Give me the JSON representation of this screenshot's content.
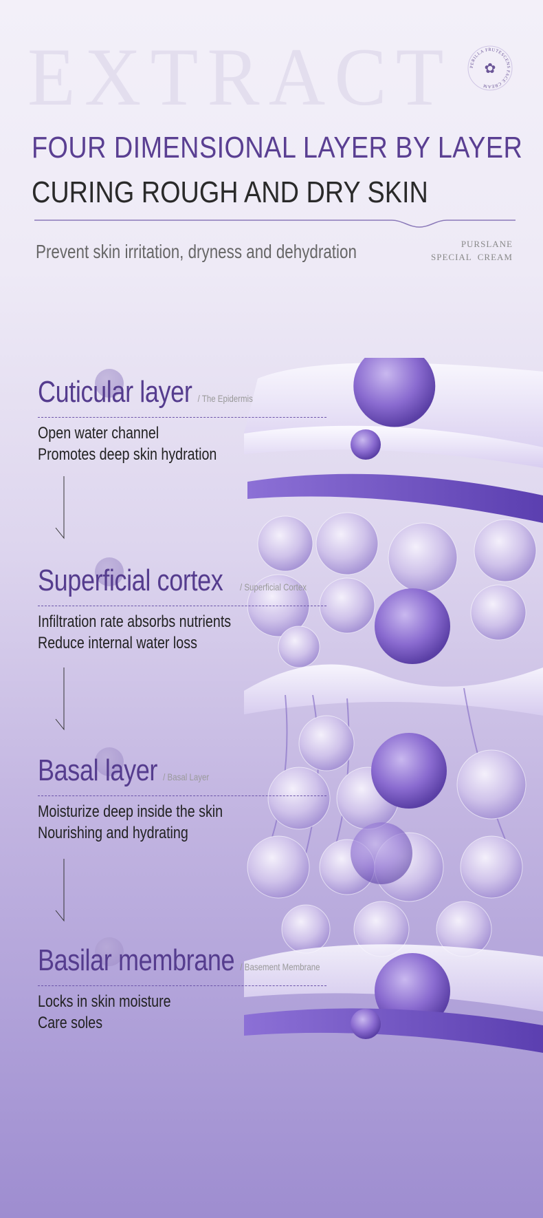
{
  "watermark": "EXTRACT",
  "badge": {
    "text": "PERILLA FRUTESCENS FACE CREAM"
  },
  "header": {
    "title_line1": "FOUR DIMENSIONAL LAYER BY LAYER",
    "title_line2": "CURING ROUGH AND DRY SKIN",
    "subtitle": "Prevent skin irritation, dryness and dehydration",
    "brand_line1": "PURSLANE",
    "brand_line2": "SPECIAL  CREAM"
  },
  "sections": [
    {
      "title": "Cuticular layer",
      "tag": "/ The Epidermis",
      "line1": "Open water channel",
      "line2": "Promotes deep skin hydration"
    },
    {
      "title": "Superficial cortex",
      "tag": "/ Superficial Cortex",
      "line1": "Infiltration rate absorbs nutrients",
      "line2": "Reduce internal water loss"
    },
    {
      "title": "Basal layer",
      "tag": "/ Basal Layer",
      "line1": "Moisturize deep inside the skin",
      "line2": "Nourishing and hydrating"
    },
    {
      "title": "Basilar membrane",
      "tag": "/ Basement Membrane",
      "line1": "Locks in skin moisture",
      "line2": "Care soles"
    }
  ],
  "colors": {
    "accent": "#553c8e",
    "text": "#222222"
  }
}
